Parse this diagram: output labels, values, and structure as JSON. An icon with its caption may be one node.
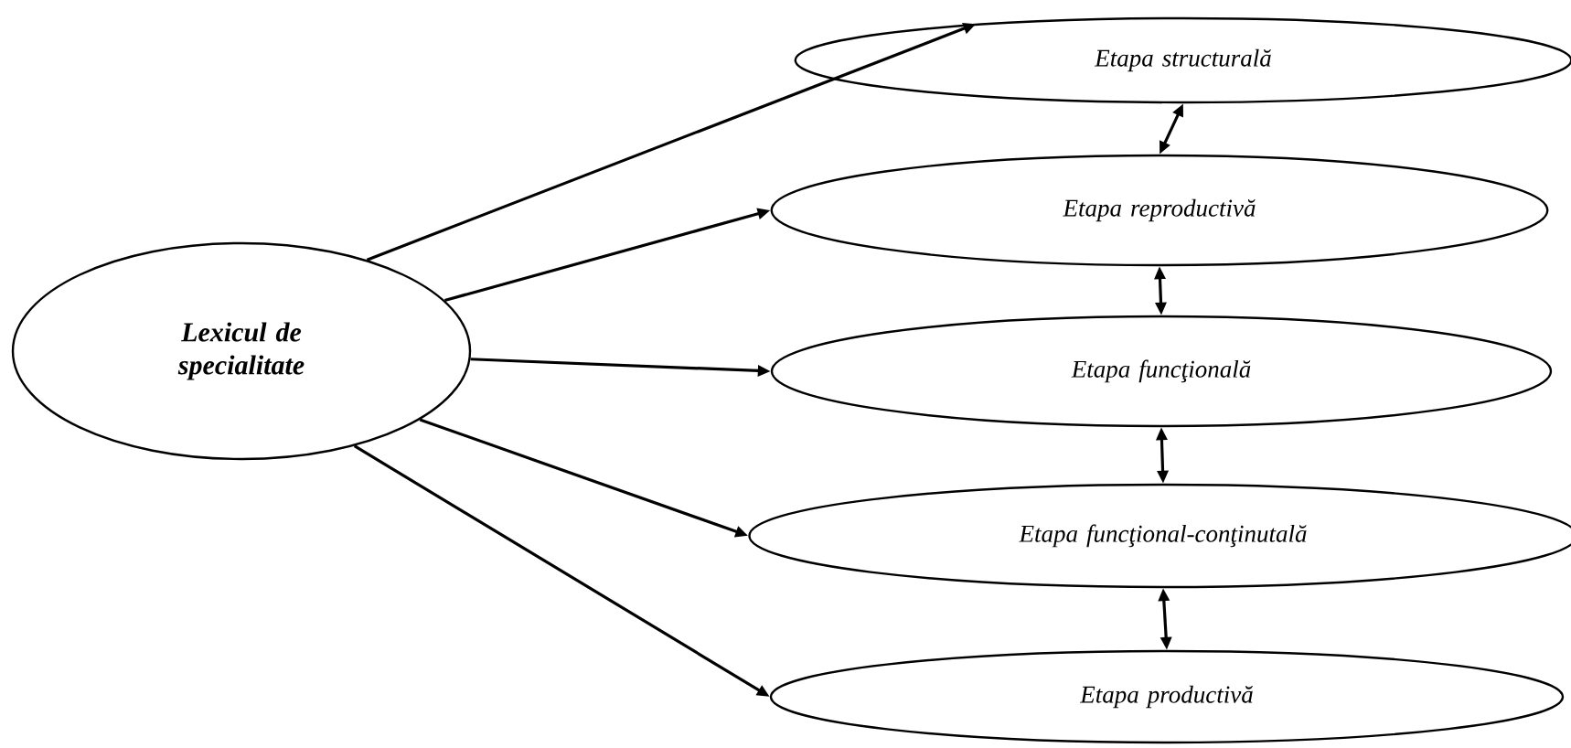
{
  "diagram": {
    "nodes": [
      {
        "text": [
          "Lexicul de specialitate"
        ]
      },
      {
        "text": [
          "Etapa structurală"
        ]
      },
      {
        "text": [
          "Etapa reproductivă"
        ]
      },
      {
        "text": [
          "Etapa funcţională"
        ]
      },
      {
        "text": [
          "Etapa funcţional-conţinutală"
        ]
      },
      {
        "text": [
          "Etapa productivă"
        ]
      }
    ],
    "edges": [
      {
        "from": 0,
        "to": 1,
        "arrow": "to"
      },
      {
        "from": 0,
        "to": 2,
        "arrow": "to"
      },
      {
        "from": 0,
        "to": 3,
        "arrow": "to"
      },
      {
        "from": 0,
        "to": 4,
        "arrow": "to"
      },
      {
        "from": 0,
        "to": 5,
        "arrow": "to"
      },
      {
        "from": 1,
        "to": 2,
        "arrow": "both"
      },
      {
        "from": 2,
        "to": 3,
        "arrow": "both"
      },
      {
        "from": 3,
        "to": 4,
        "arrow": "both"
      },
      {
        "from": 4,
        "to": 5,
        "arrow": "both"
      }
    ]
  }
}
